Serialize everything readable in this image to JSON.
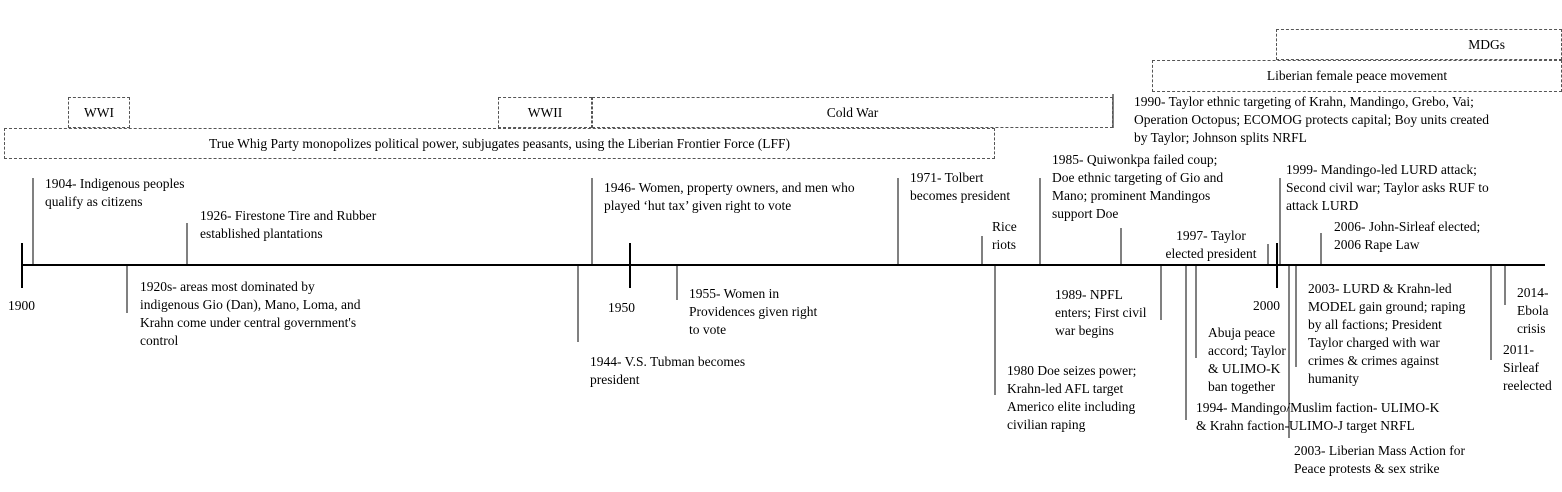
{
  "years": [
    "1900",
    "1950",
    "2000"
  ],
  "periods": {
    "mdgs": "MDGs",
    "female_peace": "Liberian female peace movement",
    "wwi": "WWI",
    "wwii": "WWII",
    "cold_war": "Cold War",
    "true_whig": "True Whig Party monopolizes political power, subjugates peasants, using the Liberian Frontier Force (LFF)"
  },
  "events_above": {
    "e1904": [
      "1904- Indigenous peoples",
      "qualify as citizens"
    ],
    "e1926": [
      "1926- Firestone Tire and Rubber",
      "established plantations"
    ],
    "e1946": [
      "1946- Women, property owners, and men who",
      "played ‘hut tax’ given right to vote"
    ],
    "e1971": [
      "1971- Tolbert",
      "becomes president"
    ],
    "rice": [
      "Rice",
      "riots"
    ],
    "e1985": [
      "1985- Quiwonkpa failed coup;",
      "Doe ethnic targeting of Gio and",
      "Mano; prominent Mandingos",
      "support Doe"
    ],
    "e1990": [
      "1990- Taylor ethnic targeting of Krahn, Mandingo, Grebo, Vai;",
      "Operation Octopus; ECOMOG protects capital; Boy units created",
      "by Taylor; Johnson splits NRFL"
    ],
    "e1997": [
      "1997- Taylor",
      "elected president"
    ],
    "e1999": [
      "1999- Mandingo-led LURD attack;",
      "Second civil war; Taylor asks RUF to",
      "attack LURD"
    ],
    "e2006": [
      "2006- John-Sirleaf elected;",
      "2006 Rape Law"
    ]
  },
  "events_below": {
    "e1920s": [
      "1920s- areas most dominated by",
      "indigenous Gio (Dan), Mano, Loma, and",
      "Krahn come under central government's",
      "control"
    ],
    "e1944": [
      "1944- V.S. Tubman becomes",
      "president"
    ],
    "e1955": [
      "1955- Women in",
      "Providences given right",
      "to vote"
    ],
    "e1980": [
      "1980 Doe seizes power;",
      "Krahn-led AFL target",
      "Americo elite including",
      "civilian raping"
    ],
    "e1989": [
      "1989- NPFL",
      "enters; First civil",
      "war begins"
    ],
    "abuja": [
      "Abuja peace",
      "accord; Taylor",
      "& ULIMO-K",
      "ban together"
    ],
    "e1994": [
      "1994- Mandingo/Muslim faction- ULIMO-K",
      "& Krahn faction-ULIMO-J target NRFL"
    ],
    "e2003a": [
      "2003- LURD & Krahn-led",
      "MODEL gain ground; raping",
      "by all factions; President",
      "Taylor charged with war",
      "crimes & crimes against",
      "humanity"
    ],
    "e2003b": [
      "2003- Liberian Mass Action for",
      "Peace protests & sex strike"
    ],
    "e2011": [
      "2011-",
      "Sirleaf",
      "reelected"
    ],
    "e2014": [
      "2014-",
      "Ebola",
      "crisis"
    ]
  }
}
